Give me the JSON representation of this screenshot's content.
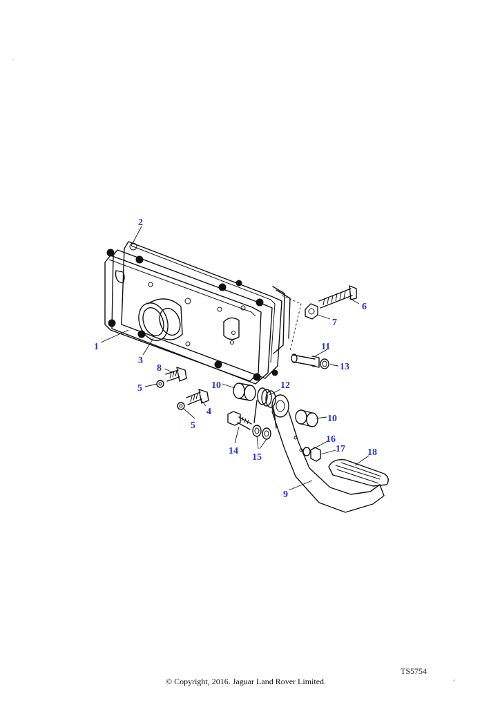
{
  "diagram": {
    "reference": "TS5754",
    "copyright": "© Copyright, 2016. Jaguar Land Rover Limited.",
    "callout_color": "#1f33d9",
    "callouts": [
      "1",
      "2",
      "3",
      "4",
      "5",
      "5",
      "6",
      "7",
      "8",
      "9",
      "10",
      "10",
      "11",
      "12",
      "13",
      "14",
      "15",
      "16",
      "17",
      "18"
    ]
  }
}
